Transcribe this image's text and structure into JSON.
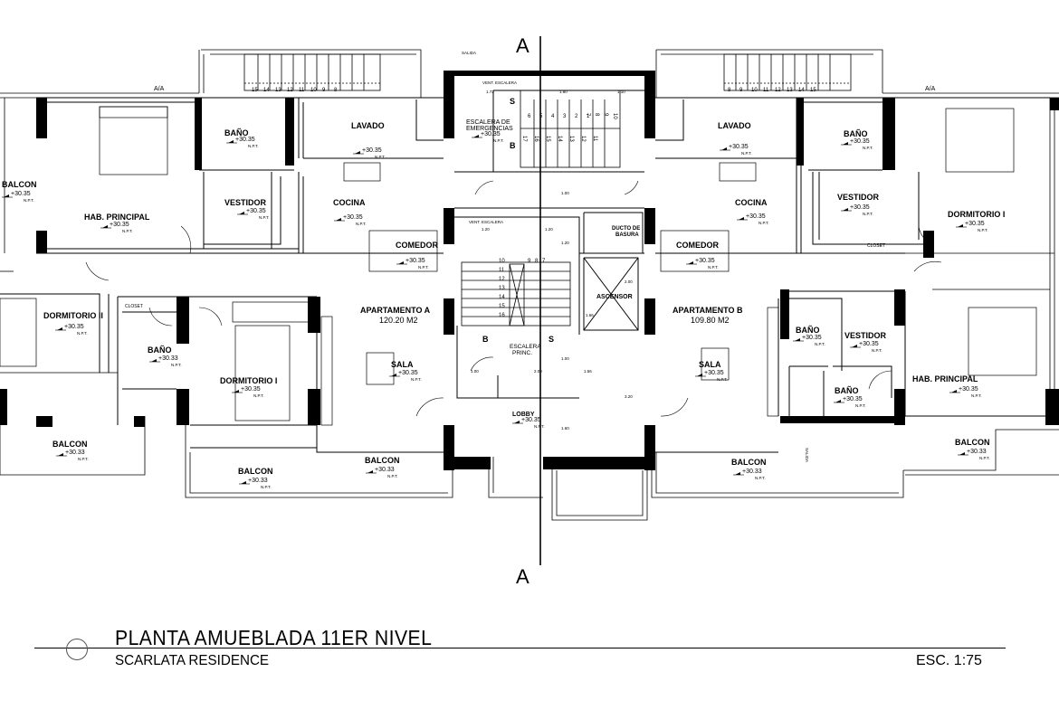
{
  "section_mark": "A",
  "rooms": {
    "balcon_left": "BALCON",
    "bano_a1": "BAÑO",
    "lavado_a": "LAVADO",
    "hab_principal_a": "HAB. PRINCIPAL",
    "vestidor_a": "VESTIDOR",
    "cocina_a": "COCINA",
    "comedor_a": "COMEDOR",
    "dormitorio_ii_a": "DORMITORIO II",
    "closet_a": "CLOSET",
    "bano_a2": "BAÑO",
    "dormitorio_i_a": "DORMITORIO I",
    "apartamento_a": "APARTAMENTO A",
    "area_a": "120.20 M2",
    "sala_a": "SALA",
    "balcon_a1": "BALCON",
    "balcon_a2": "BALCON",
    "balcon_a3": "BALCON",
    "escalera_emergencias_1": "ESCALERA DE",
    "escalera_emergencias_2": "EMERGENCIAS",
    "ducto_basura_1": "DUCTO DE",
    "ducto_basura_2": "BASURA",
    "ascensor": "ASCENSOR",
    "escalera_princ_1": "ESCALERA",
    "escalera_princ_2": "PRINC.",
    "lobby": "LOBBY",
    "salida_top": "SALIDA",
    "vent_escalera_1": "VENT. ESCALERA",
    "vent_escalera_2": "VENT. ESCALERA",
    "lavado_b": "LAVADO",
    "bano_b1": "BAÑO",
    "cocina_b": "COCINA",
    "vestidor_b1": "VESTIDOR",
    "dormitorio_i_b": "DORMITORIO I",
    "closet_b": "CLOSET",
    "comedor_b": "COMEDOR",
    "apartamento_b": "APARTAMENTO B",
    "area_b": "109.80 M2",
    "bano_b2": "BAÑO",
    "vestidor_b2": "VESTIDOR",
    "hab_principal_b": "HAB. PRINCIPAL",
    "bano_b3": "BAÑO",
    "sala_b": "SALA",
    "balcon_b1": "BALCON",
    "balcon_b2": "BALCON",
    "salida_right": "SALIDA",
    "aa_left": "A/A",
    "aa_right": "A/A"
  },
  "levels": {
    "l3035": "+30.35",
    "l3033": "+30.33",
    "npt": "N.P.T."
  },
  "stair_letters": {
    "s": "S",
    "b": "B"
  },
  "dimensions": {
    "d172": "1.72",
    "d180": "1.80",
    "d110": "1.10",
    "d100": "1.00",
    "d120": "1.20",
    "d200": "2.00",
    "d156": "1.56",
    "d160": "1.60",
    "d320": "3.20",
    "d166": "1.66"
  },
  "stair_steps": {
    "emergency_top": [
      "6",
      "5",
      "4",
      "3",
      "2",
      "1"
    ],
    "emergency_top2": [
      "7",
      "8",
      "9",
      "10"
    ],
    "emergency_bottom": [
      "17",
      "16",
      "15",
      "14",
      "13",
      "12",
      "11"
    ],
    "main_left": [
      "10",
      "11",
      "12",
      "13",
      "14",
      "15",
      "16"
    ],
    "main_right": [
      "9",
      "8",
      "7"
    ],
    "upper_left_stair": [
      "15",
      "14",
      "13",
      "12",
      "11",
      "10",
      "9",
      "8"
    ],
    "upper_right_stair": [
      "8",
      "9",
      "10",
      "11",
      "12",
      "13",
      "14",
      "15"
    ]
  },
  "title_block": {
    "title": "PLANTA AMUEBLADA 11ER NIVEL",
    "subtitle": "SCARLATA RESIDENCE",
    "scale": "ESC. 1:75"
  }
}
